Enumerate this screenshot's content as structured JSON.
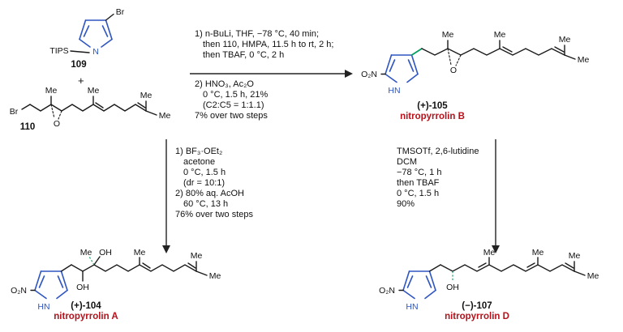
{
  "scheme": {
    "compounds": {
      "c109": {
        "number": "109",
        "atoms": {
          "br": "Br",
          "n": "N",
          "tips": "TIPS"
        }
      },
      "plus_sign": "+",
      "c110": {
        "number": "110",
        "atoms": {
          "br": "Br",
          "me_epoxide": "Me",
          "o_epoxide": "O",
          "me_alkene": "Me",
          "me_terminal_top": "Me",
          "me_terminal_end": "Me"
        }
      },
      "c105": {
        "number": "(+)-105",
        "name": "nitropyrrolin B",
        "atoms": {
          "no2": "O₂N",
          "nh": "HN",
          "me_epoxide": "Me",
          "o_epoxide": "O",
          "me_alkene": "Me",
          "me_terminal_top": "Me",
          "me_terminal_end": "Me"
        }
      },
      "c104": {
        "number": "(+)-104",
        "name": "nitropyrrolin A",
        "atoms": {
          "no2": "O₂N",
          "nh": "HN",
          "oh_secondary": "OH",
          "me_tertiary": "Me",
          "oh_tertiary": "OH",
          "me_alkene": "Me",
          "me_terminal_top": "Me",
          "me_terminal_end": "Me"
        }
      },
      "c107": {
        "number": "(−)-107",
        "name": "nitropyrrolin D",
        "atoms": {
          "no2": "O₂N",
          "nh": "HN",
          "oh": "OH",
          "me_alkene1": "Me",
          "me_alkene2": "Me",
          "me_terminal_top": "Me",
          "me_terminal_end": "Me"
        }
      }
    },
    "conditions": {
      "top_step1": [
        "1) n-BuLi, THF, −78 °C, 40 min;",
        "then 110, HMPA, 11.5 h to rt, 2 h;",
        "then TBAF, 0 °C, 2 h"
      ],
      "top_step2": [
        "2) HNO₃, Ac₂O",
        "0 °C, 1.5 h, 21%",
        "(C2:C5 = 1:1.1)",
        "7% over two steps"
      ],
      "left": [
        "1) BF₃·OEt₂",
        "acetone",
        "0 °C, 1.5 h",
        "(dr = 10:1)",
        "2) 80% aq. AcOH",
        "60 °C, 13 h",
        "76% over two steps"
      ],
      "right": [
        "TMSOTf, 2,6-lutidine",
        "DCM",
        "−78 °C, 1 h",
        "then TBAF",
        "0 °C, 1.5 h",
        "90%"
      ]
    },
    "colors": {
      "pyrrole_blue": "#2e55c1",
      "bond_highlight_green": "#00a05f",
      "name_red": "#b5121b"
    }
  }
}
